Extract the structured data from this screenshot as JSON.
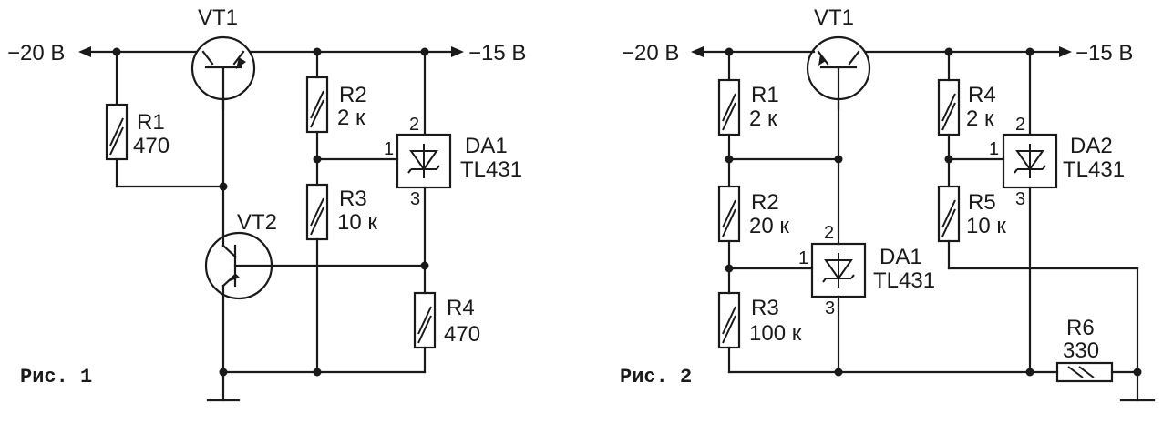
{
  "fig1": {
    "caption": "Рис. 1",
    "v_in": "−20 В",
    "v_out": "−15 В",
    "vt1": "VT1",
    "vt2": "VT2",
    "r1": {
      "name": "R1",
      "value": "470"
    },
    "r2": {
      "name": "R2",
      "value": "2 к"
    },
    "r3": {
      "name": "R3",
      "value": "10 к"
    },
    "r4": {
      "name": "R4",
      "value": "470"
    },
    "da1": {
      "name": "DA1",
      "part": "TL431",
      "pin1": "1",
      "pin2": "2",
      "pin3": "3"
    }
  },
  "fig2": {
    "caption": "Рис. 2",
    "v_in": "−20 В",
    "v_out": "−15 В",
    "vt1": "VT1",
    "r1": {
      "name": "R1",
      "value": "2 к"
    },
    "r2": {
      "name": "R2",
      "value": "20 к"
    },
    "r3": {
      "name": "R3",
      "value": "100 к"
    },
    "r4": {
      "name": "R4",
      "value": "2 к"
    },
    "r5": {
      "name": "R5",
      "value": "10 к"
    },
    "r6": {
      "name": "R6",
      "value": "330"
    },
    "da1": {
      "name": "DA1",
      "part": "TL431",
      "pin1": "1",
      "pin2": "2",
      "pin3": "3"
    },
    "da2": {
      "name": "DA2",
      "part": "TL431",
      "pin1": "1",
      "pin2": "2",
      "pin3": "3"
    }
  }
}
